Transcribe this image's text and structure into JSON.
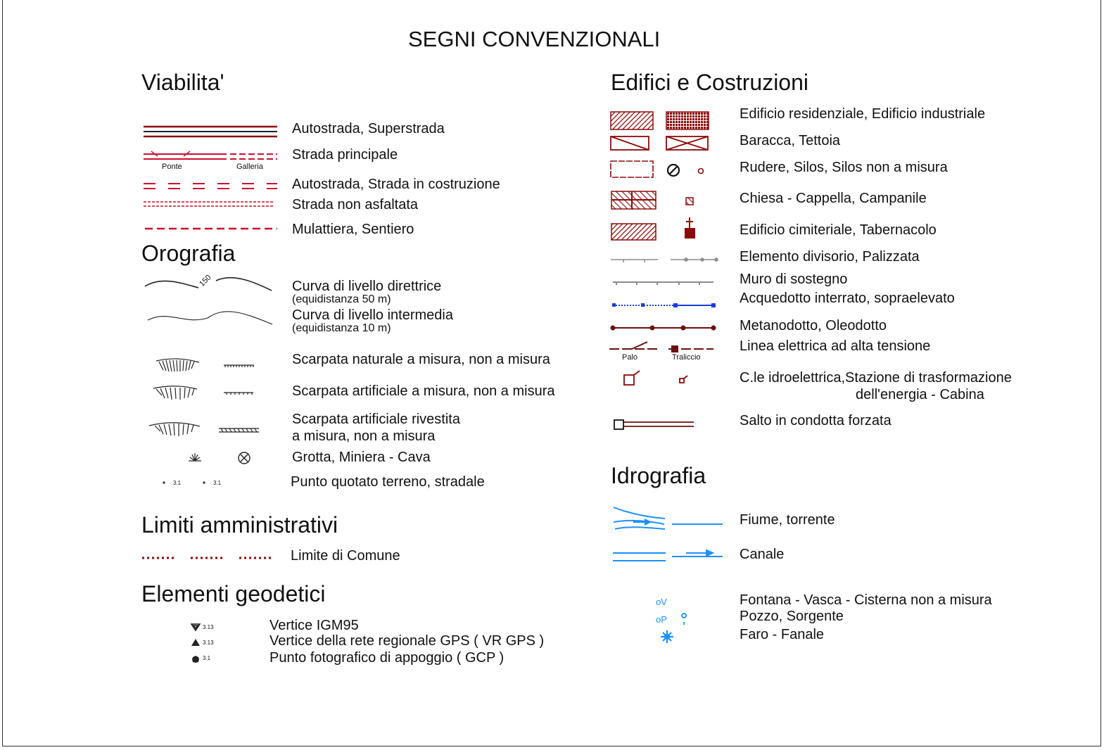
{
  "title": "SEGNI CONVENZIONALI",
  "colors": {
    "dark_red": "#8b0a0a",
    "red": "#c8102e",
    "blue": "#1e90ff",
    "dark_blue": "#1a3fd6",
    "gray": "#8c8c8c"
  },
  "viabilita": {
    "heading": "Viabilita'",
    "items": [
      "Autostrada, Superstrada",
      "Strada principale",
      "Autostrada, Strada in costruzione",
      "Strada non asfaltata",
      "Mulattiera, Sentiero"
    ],
    "ponte": "Ponte",
    "galleria": "Galleria"
  },
  "orografia": {
    "heading": "Orografia",
    "curva_direttrice": "Curva di livello direttrice",
    "equid_50": "(equidistanza 50 m)",
    "curva_intermedia": "Curva di livello intermedia",
    "equid_10": "(equidistanza 10 m)",
    "contour_value": "150",
    "scarpata_naturale": "Scarpata naturale a misura, non a misura",
    "scarpata_artificiale": "Scarpata artificiale a misura, non a misura",
    "scarpata_rivestita_1": "Scarpata artificiale rivestita",
    "scarpata_rivestita_2": "a misura, non a misura",
    "grotta": "Grotta, Miniera - Cava",
    "punto_quotato": "Punto quotato terreno, stradale",
    "quota_terreno": "3.1",
    "quota_stradale": "3.1"
  },
  "limiti": {
    "heading": "Limiti amministrativi",
    "comune": "Limite di Comune"
  },
  "geodetici": {
    "heading": "Elementi geodetici",
    "items": [
      {
        "label": "Vertice IGM95",
        "value": "3.13"
      },
      {
        "label": "Vertice della rete regionale GPS ( VR GPS )",
        "value": "3.13"
      },
      {
        "label": "Punto fotografico di appoggio ( GCP )",
        "value": "3.1"
      }
    ]
  },
  "edifici": {
    "heading": "Edifici e Costruzioni",
    "items": [
      "Edificio residenziale, Edificio industriale",
      "Baracca, Tettoia",
      "Rudere, Silos, Silos non a misura",
      "Chiesa - Cappella, Campanile",
      "Edificio cimiteriale, Tabernacolo",
      "Elemento divisorio, Palizzata",
      "Muro di sostegno",
      "Acquedotto interrato, sopraelevato",
      "Metanodotto, Oleodotto",
      "Linea elettrica ad alta tensione",
      "C.le idroelettrica,Stazione di trasformazione",
      "dell'energia - Cabina",
      "Salto in condotta forzata"
    ],
    "palo": "Palo",
    "traliccio": "Traliccio"
  },
  "idrografia": {
    "heading": "Idrografia",
    "items": [
      "Fiume, torrente",
      "Canale",
      "Fontana - Vasca - Cisterna non a misura",
      "Pozzo, Sorgente",
      "Faro - Fanale"
    ],
    "fontana_code": "oV",
    "pozzo_code": "oP"
  }
}
